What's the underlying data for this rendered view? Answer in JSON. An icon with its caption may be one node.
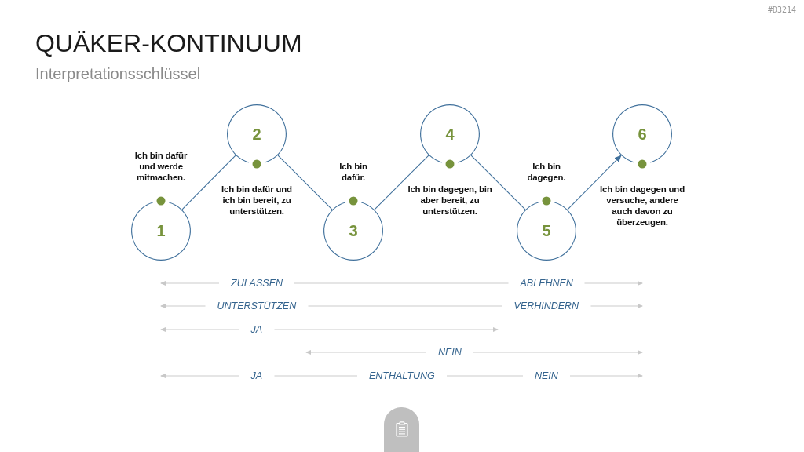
{
  "diagram": {
    "title": "QUÄKER-KONTINUUM",
    "nodes": [
      {
        "text": [
          "1"
        ],
        "beside": [
          "Ich bin dafür und werde mitmachen."
        ]
      },
      {
        "text": [
          "2"
        ],
        "beside": [
          "Ich bin dafür und ich bin bereit, zu unterstützen."
        ]
      },
      {
        "text": [
          "3"
        ],
        "beside": [
          "Ich bin dafür."
        ]
      },
      {
        "text": [
          "4"
        ],
        "beside": [
          "Ich bin dagegen, bin aber bereit, zu unterstützen."
        ]
      },
      {
        "text": [
          "5"
        ],
        "beside": [
          "Ich bin dagegen."
        ]
      },
      {
        "text": [
          "6"
        ],
        "beside": [
          "Ich bin dagegen und versuche, andere auch davon zu überzeugen."
        ]
      }
    ],
    "edges": [
      {
        "from": 0,
        "to": 1,
        "arrow": "none"
      },
      {
        "from": 1,
        "to": 2,
        "arrow": "none"
      },
      {
        "from": 2,
        "to": 3,
        "arrow": "none"
      },
      {
        "from": 3,
        "to": 4,
        "arrow": "none"
      },
      {
        "from": 4,
        "to": 5,
        "arrow": "to"
      }
    ],
    "labels": [
      "#D3214",
      "Interpretationsschlüssel",
      "ZULASSEN",
      "ABLEHNEN",
      "UNTERSTÜTZEN",
      "VERHINDERN",
      "JA",
      "NEIN",
      "JA",
      "ENTHALTUNG",
      "NEIN"
    ]
  }
}
